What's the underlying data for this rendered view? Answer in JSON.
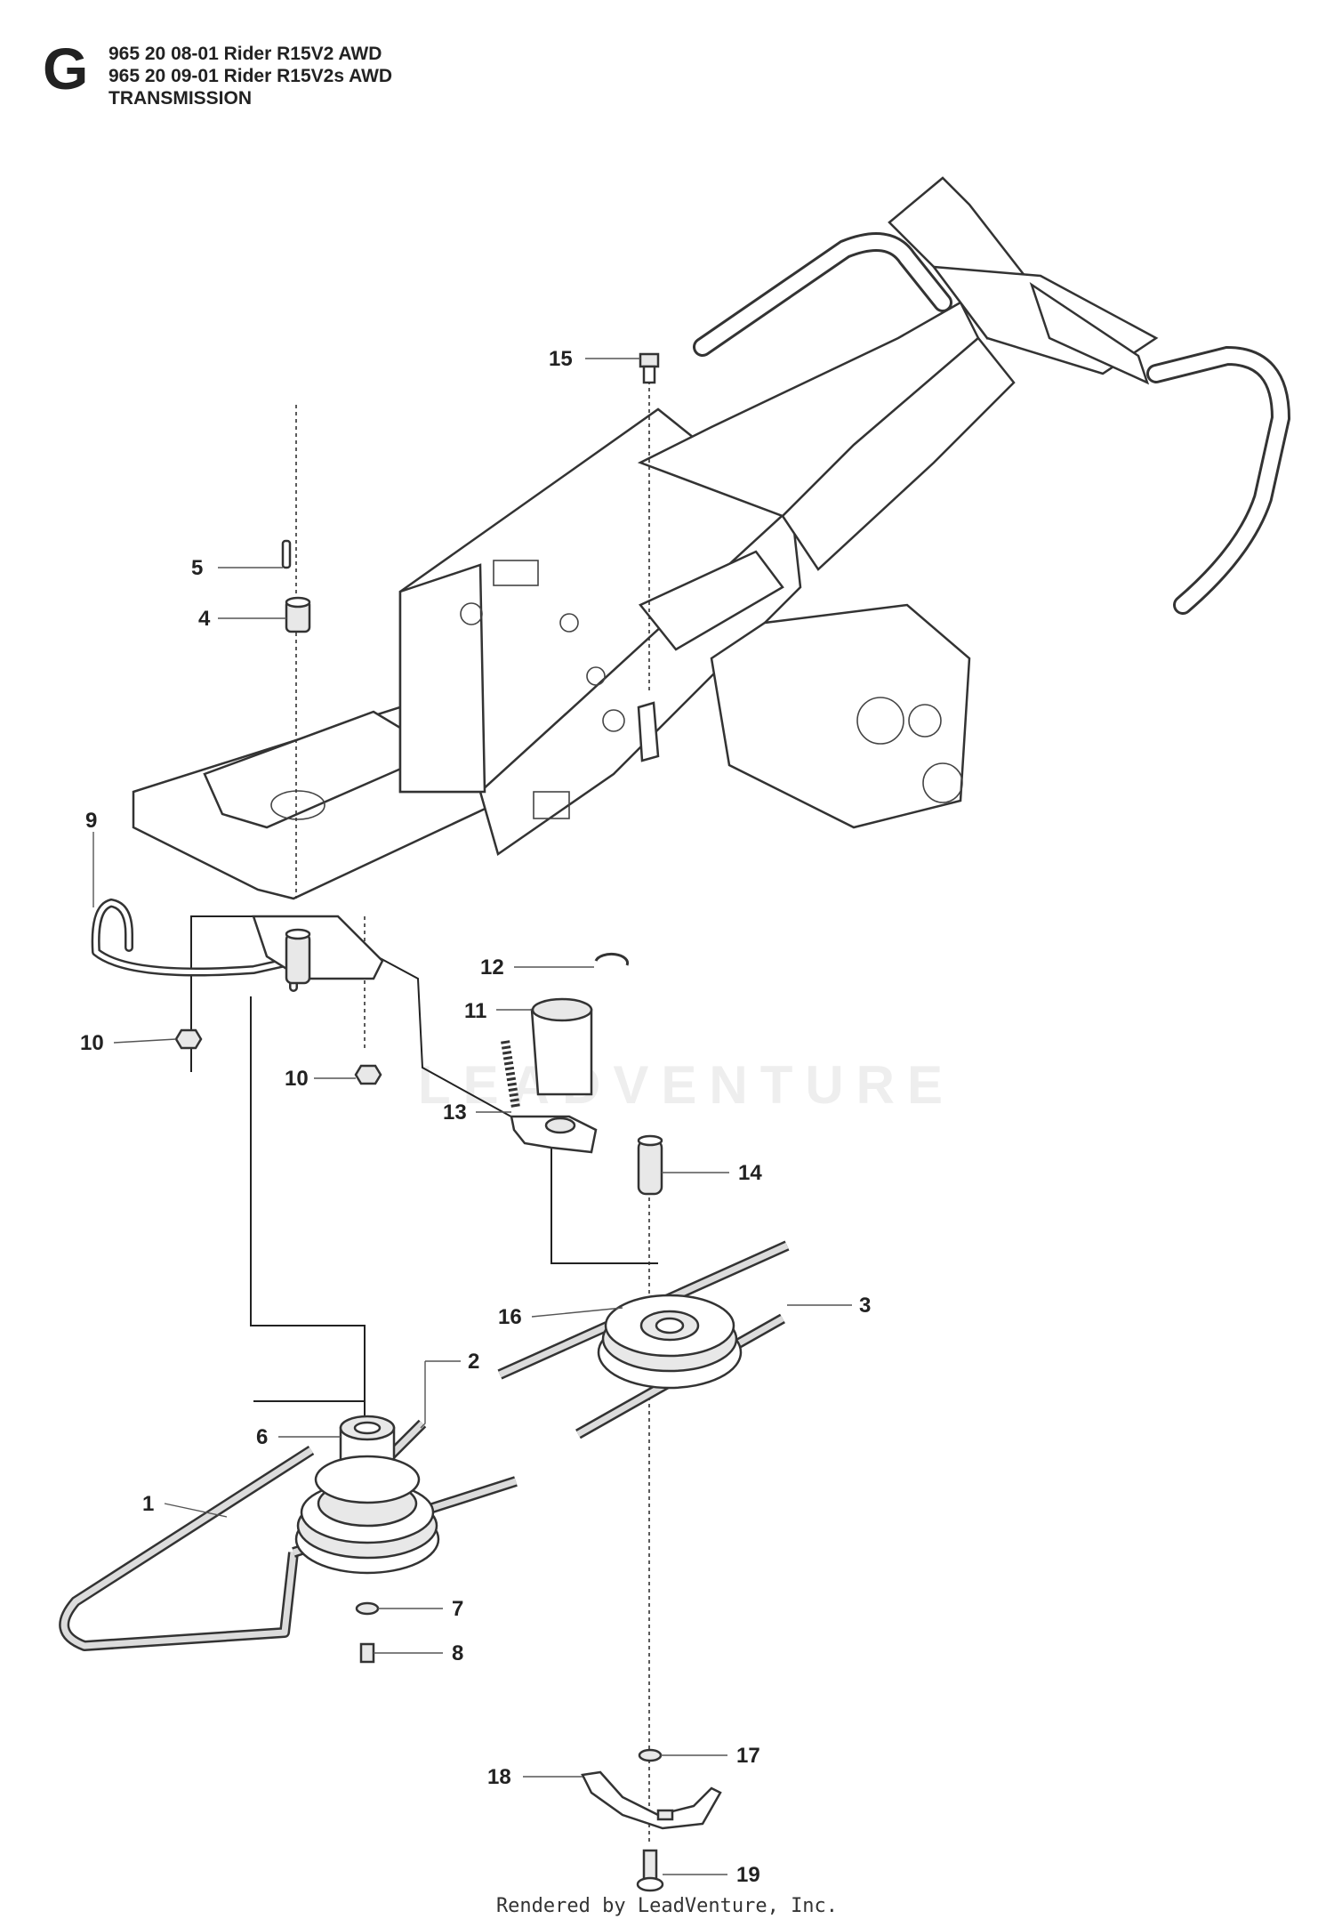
{
  "header": {
    "section_letter": "G",
    "lines": [
      "965 20 08-01 Rider R15V2 AWD",
      "965 20 09-01 Rider R15V2s AWD",
      "TRANSMISSION"
    ]
  },
  "callouts": [
    {
      "id": "c15",
      "label": "15"
    },
    {
      "id": "c5",
      "label": "5"
    },
    {
      "id": "c4",
      "label": "4"
    },
    {
      "id": "c9",
      "label": "9"
    },
    {
      "id": "c12",
      "label": "12"
    },
    {
      "id": "c11",
      "label": "11"
    },
    {
      "id": "c10a",
      "label": "10"
    },
    {
      "id": "c10b",
      "label": "10"
    },
    {
      "id": "c13",
      "label": "13"
    },
    {
      "id": "c14",
      "label": "14"
    },
    {
      "id": "c16",
      "label": "16"
    },
    {
      "id": "c3",
      "label": "3"
    },
    {
      "id": "c2",
      "label": "2"
    },
    {
      "id": "c6",
      "label": "6"
    },
    {
      "id": "c1",
      "label": "1"
    },
    {
      "id": "c7",
      "label": "7"
    },
    {
      "id": "c8",
      "label": "8"
    },
    {
      "id": "c17",
      "label": "17"
    },
    {
      "id": "c18",
      "label": "18"
    },
    {
      "id": "c19",
      "label": "19"
    }
  ],
  "watermark": "LEADVENTURE",
  "footer": "Rendered by LeadVenture, Inc."
}
